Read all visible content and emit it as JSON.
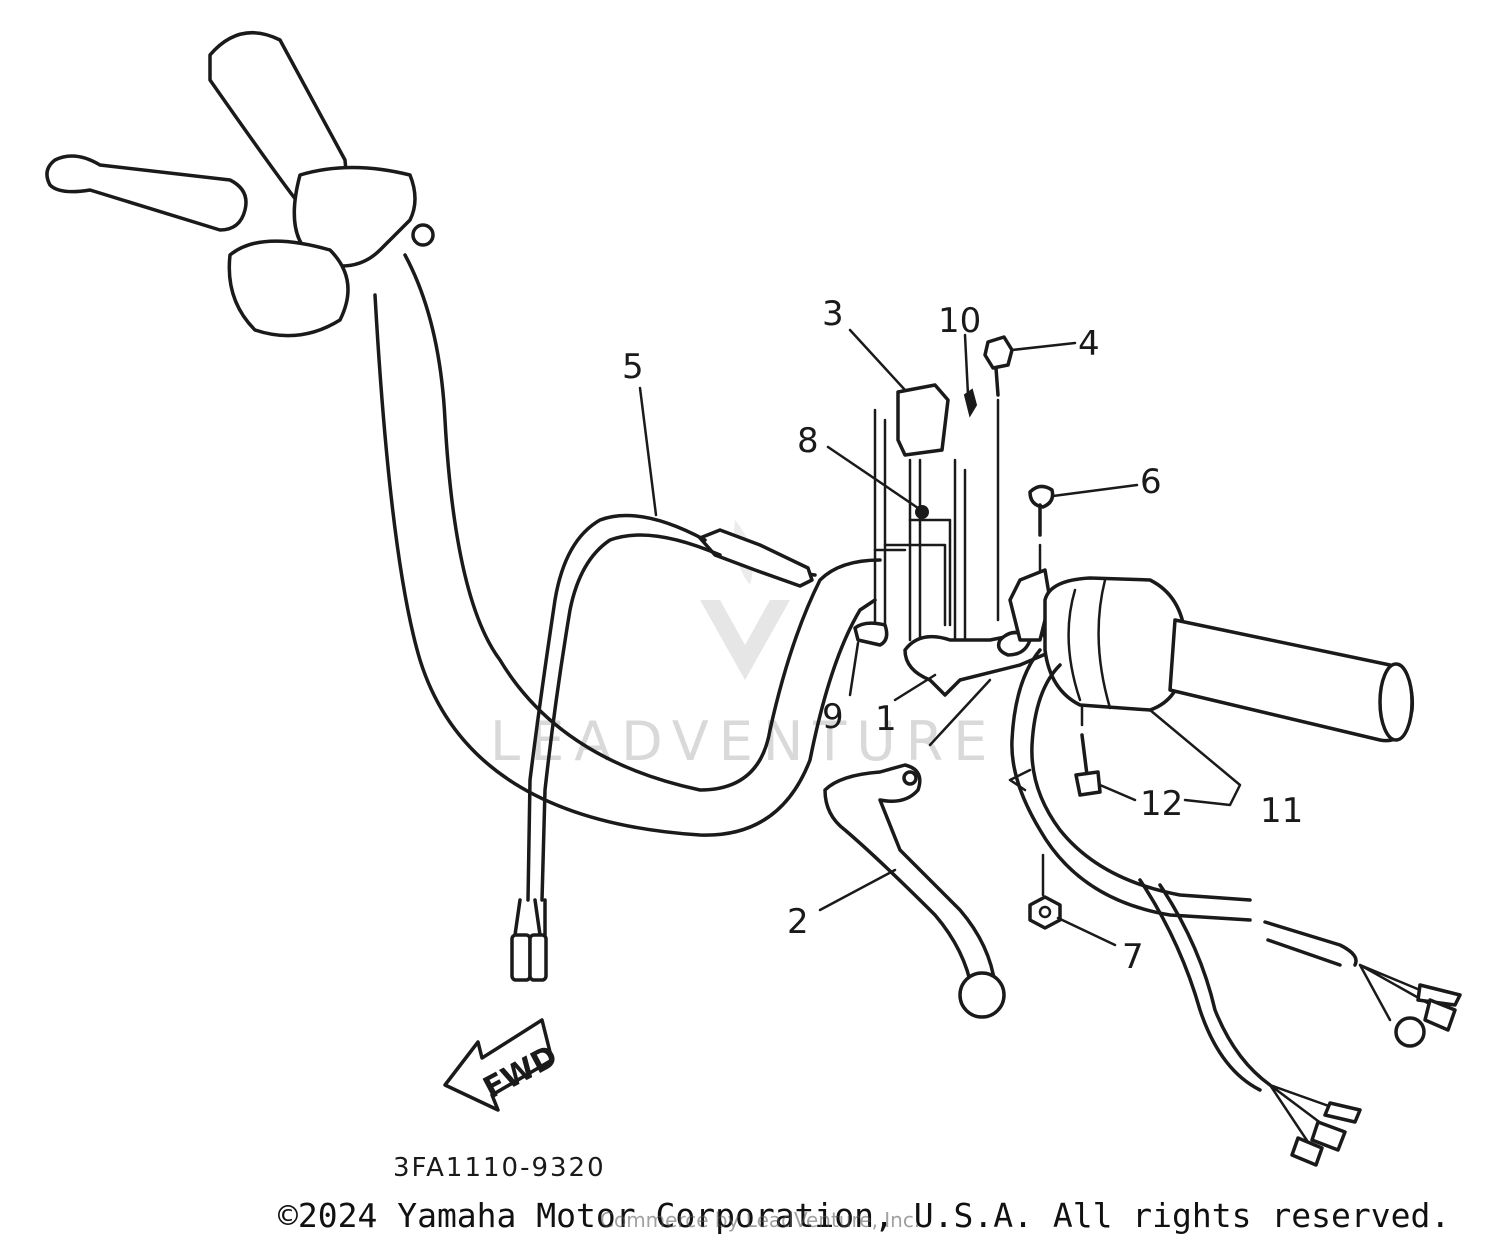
{
  "callouts": {
    "c1": "1",
    "c2": "2",
    "c3": "3",
    "c4": "4",
    "c5": "5",
    "c6": "6",
    "c7": "7",
    "c8": "8",
    "c9": "9",
    "c10": "10",
    "c11": "11",
    "c12": "12"
  },
  "direction_arrow": "FWD",
  "diagram_code": "3FA1110-9320",
  "copyright": "©2024 Yamaha Motor Corporation, U.S.A. All rights reserved.",
  "watermark": {
    "brand": "LEADVENTURE",
    "credit": "Commerce by LeadVenture, Inc."
  }
}
